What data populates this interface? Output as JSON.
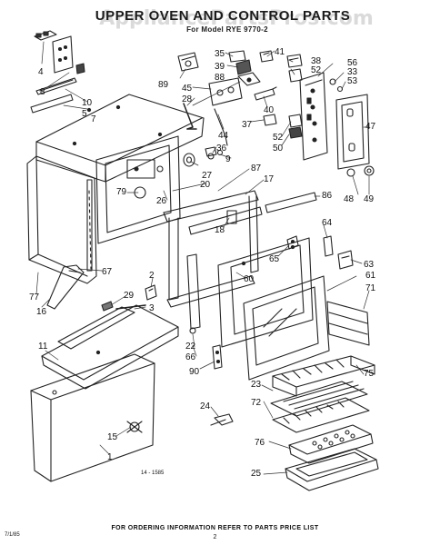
{
  "header": {
    "title": "UPPER OVEN AND CONTROL PARTS",
    "model": "For Model RYE 9770-2",
    "watermark": "AppliancePartsPros.com"
  },
  "callouts": [
    "4",
    "8",
    "10",
    "5",
    "89",
    "45",
    "28",
    "88",
    "35",
    "39",
    "41",
    "38",
    "52",
    "56",
    "33",
    "53",
    "40",
    "44",
    "36",
    "9",
    "27",
    "37",
    "52",
    "50",
    "47",
    "87",
    "79",
    "26",
    "20",
    "17",
    "86",
    "18",
    "64",
    "65",
    "60",
    "63",
    "48",
    "49",
    "2",
    "29",
    "3",
    "67",
    "77",
    "16",
    "11",
    "22",
    "66",
    "90",
    "61",
    "71",
    "75",
    "23",
    "72",
    "76",
    "24",
    "25",
    "15",
    "1",
    "7"
  ],
  "footer": {
    "ordering_note": "FOR ORDERING INFORMATION REFER TO PARTS PRICE LIST",
    "page_number": "2",
    "diagram_id": "14 - 1585",
    "left_code": "7/1/85"
  }
}
